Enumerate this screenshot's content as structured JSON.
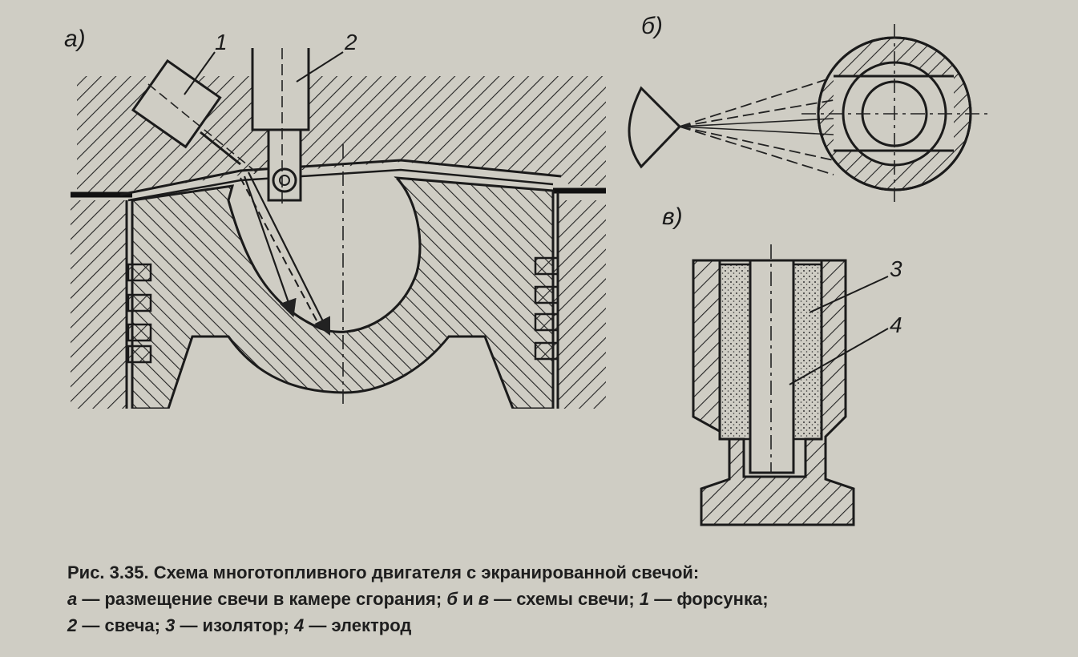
{
  "figure": {
    "panel_labels": {
      "a": "а)",
      "b": "б)",
      "v": "в)"
    },
    "callouts": [
      "1",
      "2",
      "3",
      "4"
    ]
  },
  "caption": {
    "title": "Рис. 3.35. Схема многотопливного двигателя с экранированной свечой:",
    "line2": {
      "a_letter": "а",
      "a_text": " — размещение свечи в камере сгорания; ",
      "b_letter": "б",
      "b_and": " и ",
      "v_letter": "в",
      "bv_text": " — схемы свечи; ",
      "n1": "1",
      "n1_text": " — форсунка;"
    },
    "line3": {
      "n2": "2",
      "n2_text": " — свеча; ",
      "n3": "3",
      "n3_text": " — изолятор; ",
      "n4": "4",
      "n4_text": " — электрод"
    }
  },
  "colors": {
    "paper": "#cfcdc4",
    "ink": "#1b1b1b"
  }
}
